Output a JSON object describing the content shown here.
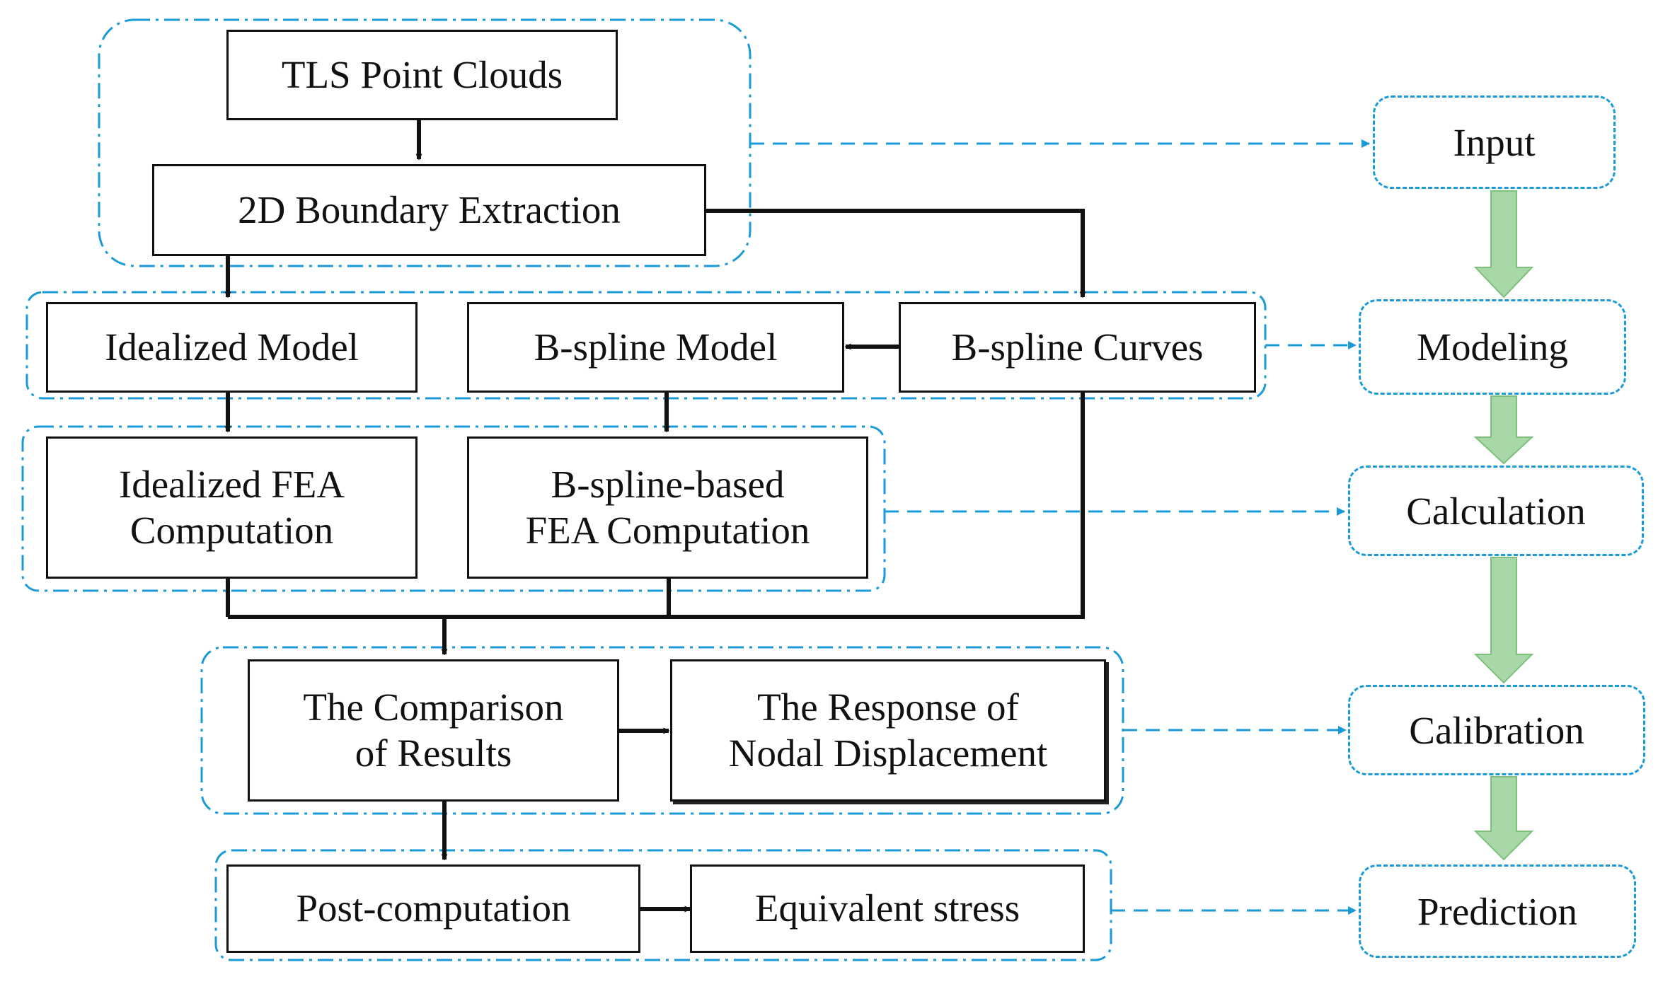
{
  "colors": {
    "box_border": "#111111",
    "group_border": "#1a9ad6",
    "stage_border": "#1a9ad6",
    "flow_arrow_fill": "#a8d8a8",
    "flow_arrow_stroke": "#7cc07c"
  },
  "process_boxes": {
    "tls_point_clouds": "TLS Point Clouds",
    "boundary_extraction": "2D Boundary Extraction",
    "idealized_model": "Idealized Model",
    "bspline_model": "B-spline Model",
    "bspline_curves": "B-spline Curves",
    "idealized_fea": "Idealized FEA\nComputation",
    "bspline_fea": "B-spline-based\nFEA Computation",
    "comparison_results": "The Comparison\nof Results",
    "nodal_displacement": "The Response of\nNodal Displacement",
    "post_computation": "Post-computation",
    "equivalent_stress": "Equivalent stress"
  },
  "stages": {
    "input": "Input",
    "modeling": "Modeling",
    "calculation": "Calculation",
    "calibration": "Calibration",
    "prediction": "Prediction"
  }
}
